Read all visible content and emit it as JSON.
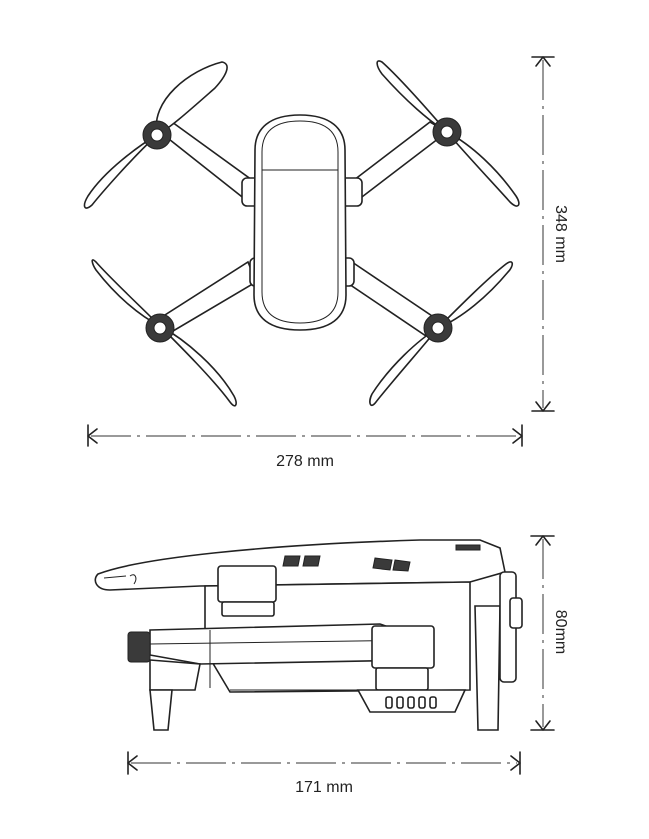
{
  "dimensions": {
    "top_width": "278 mm",
    "top_length": "348 mm",
    "side_length": "171 mm",
    "side_height": "80mm"
  }
}
